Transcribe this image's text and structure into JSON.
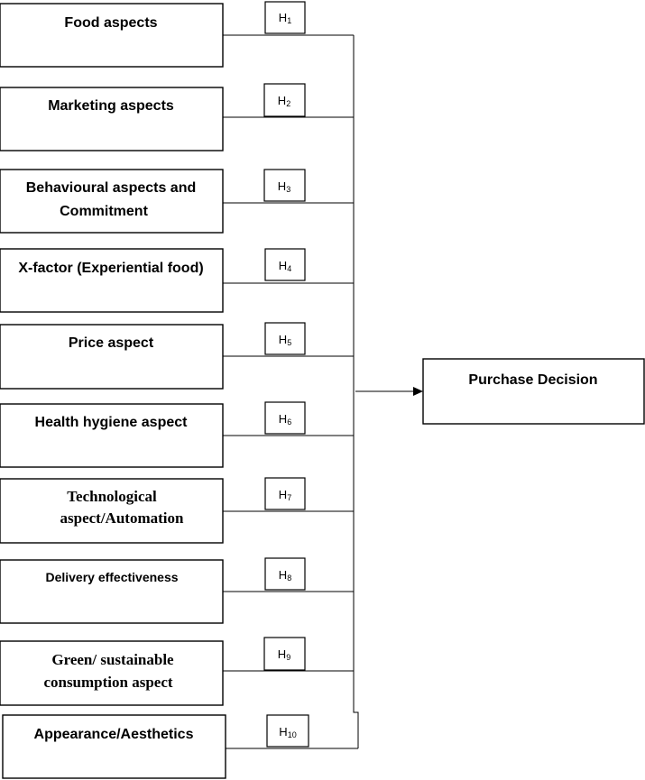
{
  "factors": [
    {
      "label_lines": [
        "Food aspects"
      ],
      "hypothesis": "H",
      "sub": "1"
    },
    {
      "label_lines": [
        "Marketing aspects"
      ],
      "hypothesis": "H",
      "sub": "2"
    },
    {
      "label_lines": [
        "Behavioural aspects and",
        "Commitment"
      ],
      "hypothesis": "H",
      "sub": "3"
    },
    {
      "label_lines": [
        "X-factor (Experiential food)"
      ],
      "hypothesis": "H",
      "sub": "4"
    },
    {
      "label_lines": [
        "Price aspect"
      ],
      "hypothesis": "H",
      "sub": "5"
    },
    {
      "label_lines": [
        "Health hygiene aspect"
      ],
      "hypothesis": "H",
      "sub": "6"
    },
    {
      "label_lines": [
        "Technological",
        "aspect/Automation"
      ],
      "hypothesis": "H",
      "sub": "7"
    },
    {
      "label_lines": [
        "Delivery effectiveness"
      ],
      "hypothesis": "H",
      "sub": "8"
    },
    {
      "label_lines": [
        "Green/ sustainable",
        "consumption aspect"
      ],
      "hypothesis": "H",
      "sub": "9"
    },
    {
      "label_lines": [
        "Appearance/Aesthetics"
      ],
      "hypothesis": "H",
      "sub": "10"
    }
  ],
  "outcome": {
    "label": "Purchase Decision"
  }
}
